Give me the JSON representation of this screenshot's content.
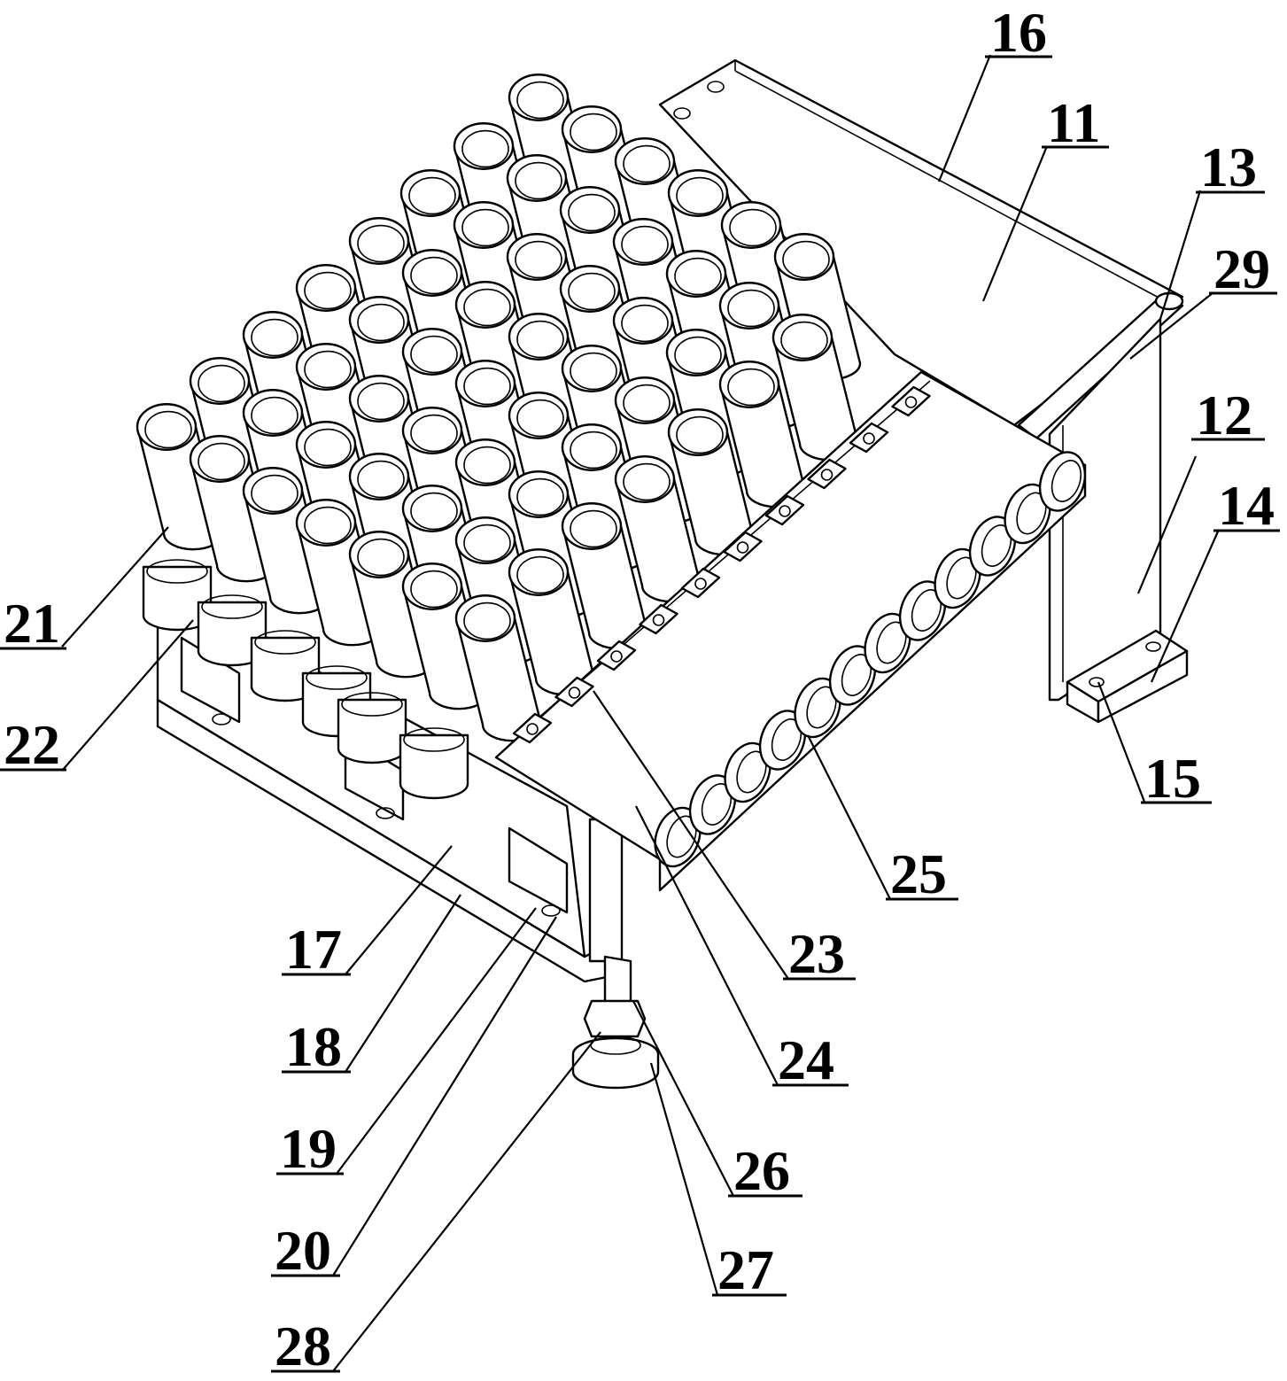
{
  "callouts": [
    {
      "id": "c16",
      "text": "16"
    },
    {
      "id": "c11",
      "text": "11"
    },
    {
      "id": "c13",
      "text": "13"
    },
    {
      "id": "c29",
      "text": "29"
    },
    {
      "id": "c12",
      "text": "12"
    },
    {
      "id": "c14",
      "text": "14"
    },
    {
      "id": "c15",
      "text": "15"
    },
    {
      "id": "c21",
      "text": "21"
    },
    {
      "id": "c22",
      "text": "22"
    },
    {
      "id": "c25",
      "text": "25"
    },
    {
      "id": "c17",
      "text": "17"
    },
    {
      "id": "c23",
      "text": "23"
    },
    {
      "id": "c18",
      "text": "18"
    },
    {
      "id": "c24",
      "text": "24"
    },
    {
      "id": "c19",
      "text": "19"
    },
    {
      "id": "c26",
      "text": "26"
    },
    {
      "id": "c20",
      "text": "20"
    },
    {
      "id": "c27",
      "text": "27"
    },
    {
      "id": "c28",
      "text": "28"
    }
  ]
}
